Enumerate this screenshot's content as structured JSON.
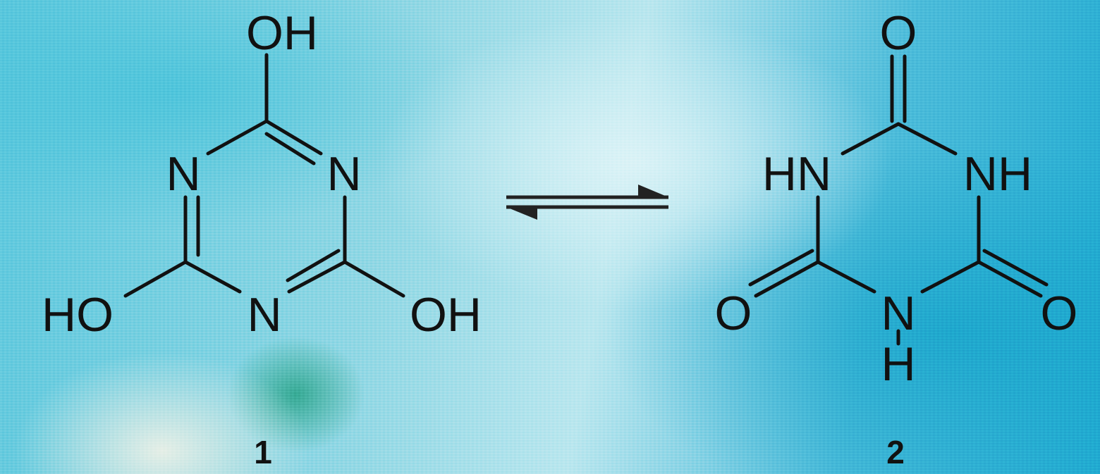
{
  "colors": {
    "ink": "#111111",
    "water_light": "#b9e6ee",
    "water_deep": "#22a9d0"
  },
  "compound_1": {
    "label": "1",
    "atoms": {
      "top_oh": "OH",
      "n_left": "N",
      "n_right": "N",
      "n_bottom": "N",
      "oh_left": "HO",
      "oh_right": "OH"
    }
  },
  "equilibrium": {
    "icon": "equilibrium-harpoon-arrows"
  },
  "compound_2": {
    "label": "2",
    "atoms": {
      "o_top": "O",
      "nh_left": "HN",
      "nh_right": "NH",
      "n_bottom": "N",
      "h_bottom": "H",
      "o_left": "O",
      "o_right": "O"
    }
  }
}
